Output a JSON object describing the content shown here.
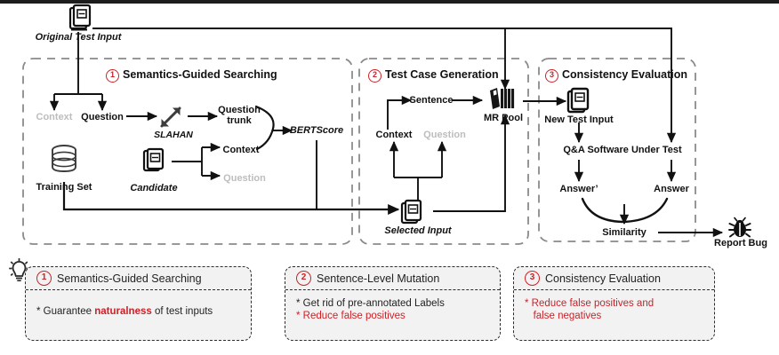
{
  "figure": {
    "title": "Metamorphic testing workflow for Q&A software",
    "accent_red": "#cf2027",
    "grey_text": "#bdbdbd"
  },
  "top": {
    "original_test_input": "Original Test Input",
    "doc_icon": "document-icon"
  },
  "stages": [
    {
      "num": "1",
      "title": "Semantics-Guided Searching"
    },
    {
      "num": "2",
      "title": "Test Case Generation"
    },
    {
      "num": "3",
      "title": "Consistency Evaluation"
    }
  ],
  "stage1": {
    "context_in": "Context",
    "question_in": "Question",
    "slahan": "SLAHAN",
    "slahan_icon": "shrink-arrows-icon",
    "question_trunk_line1": "Question",
    "question_trunk_line2": "trunk",
    "context_out": "Context",
    "bertscore": "BERTScore",
    "training_set": "Training Set",
    "db_icon": "database-icon",
    "candidate": "Candidate",
    "candidate_icon": "document-icon",
    "question_grey": "Question"
  },
  "stage2": {
    "sentence": "Sentence",
    "context": "Context",
    "question_grey": "Question",
    "mr_pool": "MR Pool",
    "mr_pool_icon": "book-stack-icon",
    "selected_input": "Selected Input",
    "selected_input_icon": "document-icon"
  },
  "stage3": {
    "new_test_input": "New Test Input",
    "new_test_input_icon": "document-icon",
    "software_under_test": "Q&A Software Under Test",
    "answer_prime": "Answer’",
    "answer": "Answer",
    "similarity": "Similarity",
    "report_bug": "Report Bug",
    "bug_icon": "bug-icon"
  },
  "summary": {
    "bulb_icon": "lightbulb-icon",
    "cards": [
      {
        "num": "1",
        "title": "Semantics-Guided Searching",
        "lines": [
          {
            "prefix": "* Guarantee ",
            "highlight": "naturalness",
            "suffix": " of test inputs",
            "color": "black"
          }
        ]
      },
      {
        "num": "2",
        "title": "Sentence-Level Mutation",
        "lines": [
          {
            "prefix": "* Get rid of pre-annotated Labels",
            "highlight": "",
            "suffix": "",
            "color": "black"
          },
          {
            "prefix": "* Reduce false positives",
            "highlight": "",
            "suffix": "",
            "color": "red"
          }
        ]
      },
      {
        "num": "3",
        "title": "Consistency Evaluation",
        "lines": [
          {
            "prefix": "*  Reduce false positives and",
            "highlight": "",
            "suffix": "",
            "color": "red"
          },
          {
            "prefix": "   false negatives",
            "highlight": "",
            "suffix": "",
            "color": "red"
          }
        ]
      }
    ]
  }
}
